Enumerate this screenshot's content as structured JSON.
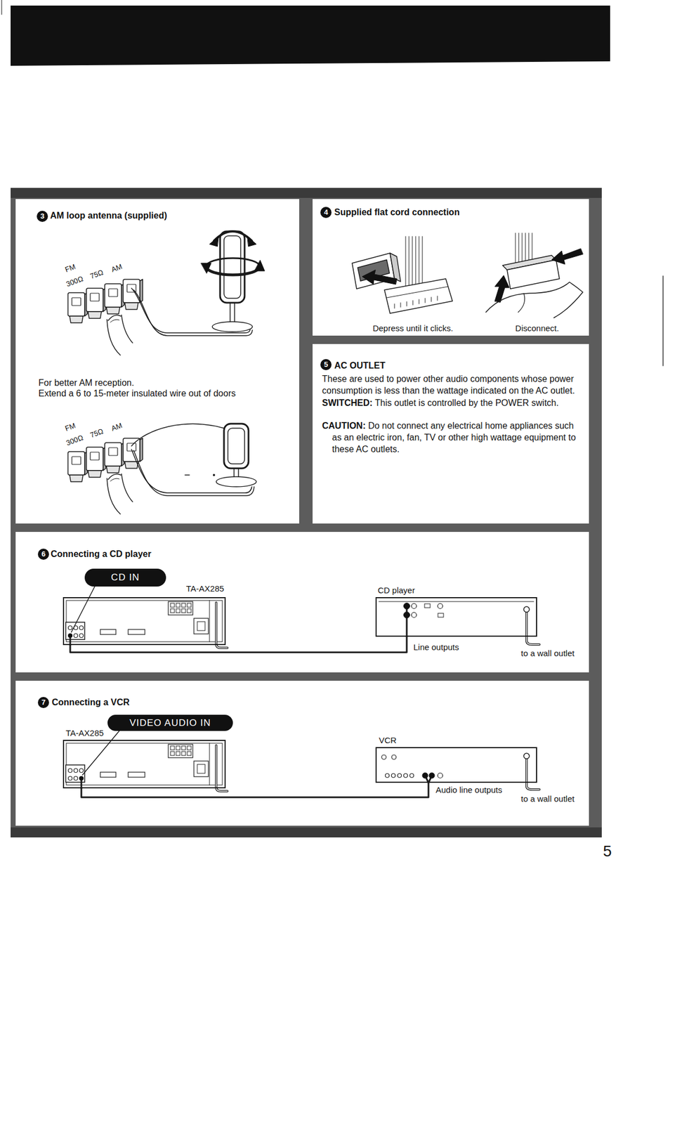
{
  "diagram": {
    "nodes": [
      {
        "text": [
          "AM loop antenna (supplied)",
          "For better AM reception.",
          "Extend a 6 to 15-meter insulated wire out of doors"
        ]
      },
      {
        "text": [
          "Supplied flat cord connection"
        ]
      },
      {
        "text": [
          "AC OUTLET",
          "These are used to power other audio components whose power consumption is less than the wattage indicated on the AC outlet.",
          "SWITCHED: This outlet is controlled by the POWER switch.",
          "CAUTION: Do not connect any electrical home appliances such as an electric iron, fan, TV or other high wattage equipment to these AC outlets."
        ]
      },
      {
        "text": [
          "Connecting a CD player"
        ]
      },
      {
        "text": [
          "TA-AX285"
        ],
        "in": 3
      },
      {
        "text": [
          "CD IN"
        ],
        "in": 3
      },
      {
        "text": [
          "CD player"
        ],
        "in": 3
      },
      {
        "text": [
          "Connecting a VCR"
        ]
      },
      {
        "text": [
          "TA-AX285"
        ],
        "in": 7
      },
      {
        "text": [
          "VIDEO AUDIO IN"
        ],
        "in": 7
      },
      {
        "text": [
          "VCR"
        ],
        "in": 7
      }
    ],
    "edges": [
      {
        "from": 4,
        "to": 6,
        "arrow": "none"
      },
      {
        "from": 8,
        "to": 10,
        "arrow": "none"
      }
    ],
    "labels": [
      "3",
      "FM",
      "300Ω",
      "75Ω",
      "AM",
      "FM",
      "300Ω",
      "75Ω",
      "AM",
      "4",
      "Depress until it clicks.",
      "Disconnect.",
      "5",
      "6",
      "Line outputs",
      "to a wall outlet",
      "7",
      "Audio line outputs",
      "to a wall outlet",
      "5"
    ]
  }
}
